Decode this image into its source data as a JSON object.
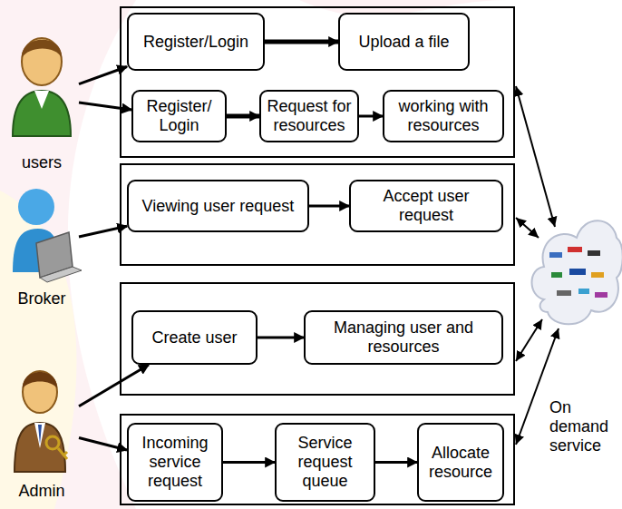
{
  "diagram": {
    "nodes": [
      {
        "text": [
          "users"
        ]
      },
      {
        "text": [
          "Register/Login"
        ]
      },
      {
        "text": [
          "Upload a file"
        ]
      },
      {
        "text": [
          "Register/ Login"
        ]
      },
      {
        "text": [
          "Request for resources"
        ]
      },
      {
        "text": [
          "working with resources"
        ]
      },
      {
        "text": [
          "Broker"
        ]
      },
      {
        "text": [
          "Viewing user request"
        ]
      },
      {
        "text": [
          "Accept user request"
        ]
      },
      {
        "text": [
          "Admin"
        ]
      },
      {
        "text": [
          "Create user"
        ]
      },
      {
        "text": [
          "Managing user and resources"
        ]
      },
      {
        "text": [
          "Incoming service request"
        ]
      },
      {
        "text": [
          "Service request queue"
        ]
      },
      {
        "text": [
          "Allocate resource"
        ]
      },
      {
        "text": [
          "On demand service"
        ]
      }
    ],
    "edges": [
      {
        "from": 0,
        "to": 1,
        "arrow": "to"
      },
      {
        "from": 0,
        "to": 3,
        "arrow": "to"
      },
      {
        "from": 1,
        "to": 2,
        "arrow": "to"
      },
      {
        "from": 3,
        "to": 4,
        "arrow": "to"
      },
      {
        "from": 4,
        "to": 5,
        "arrow": "to"
      },
      {
        "from": 6,
        "to": 7,
        "arrow": "to"
      },
      {
        "from": 7,
        "to": 8,
        "arrow": "to"
      },
      {
        "from": 9,
        "to": 10,
        "arrow": "to"
      },
      {
        "from": 10,
        "to": 11,
        "arrow": "to"
      },
      {
        "from": 9,
        "to": 12,
        "arrow": "to"
      },
      {
        "from": 12,
        "to": 13,
        "arrow": "to"
      },
      {
        "from": 13,
        "to": 14,
        "arrow": "to"
      }
    ]
  }
}
